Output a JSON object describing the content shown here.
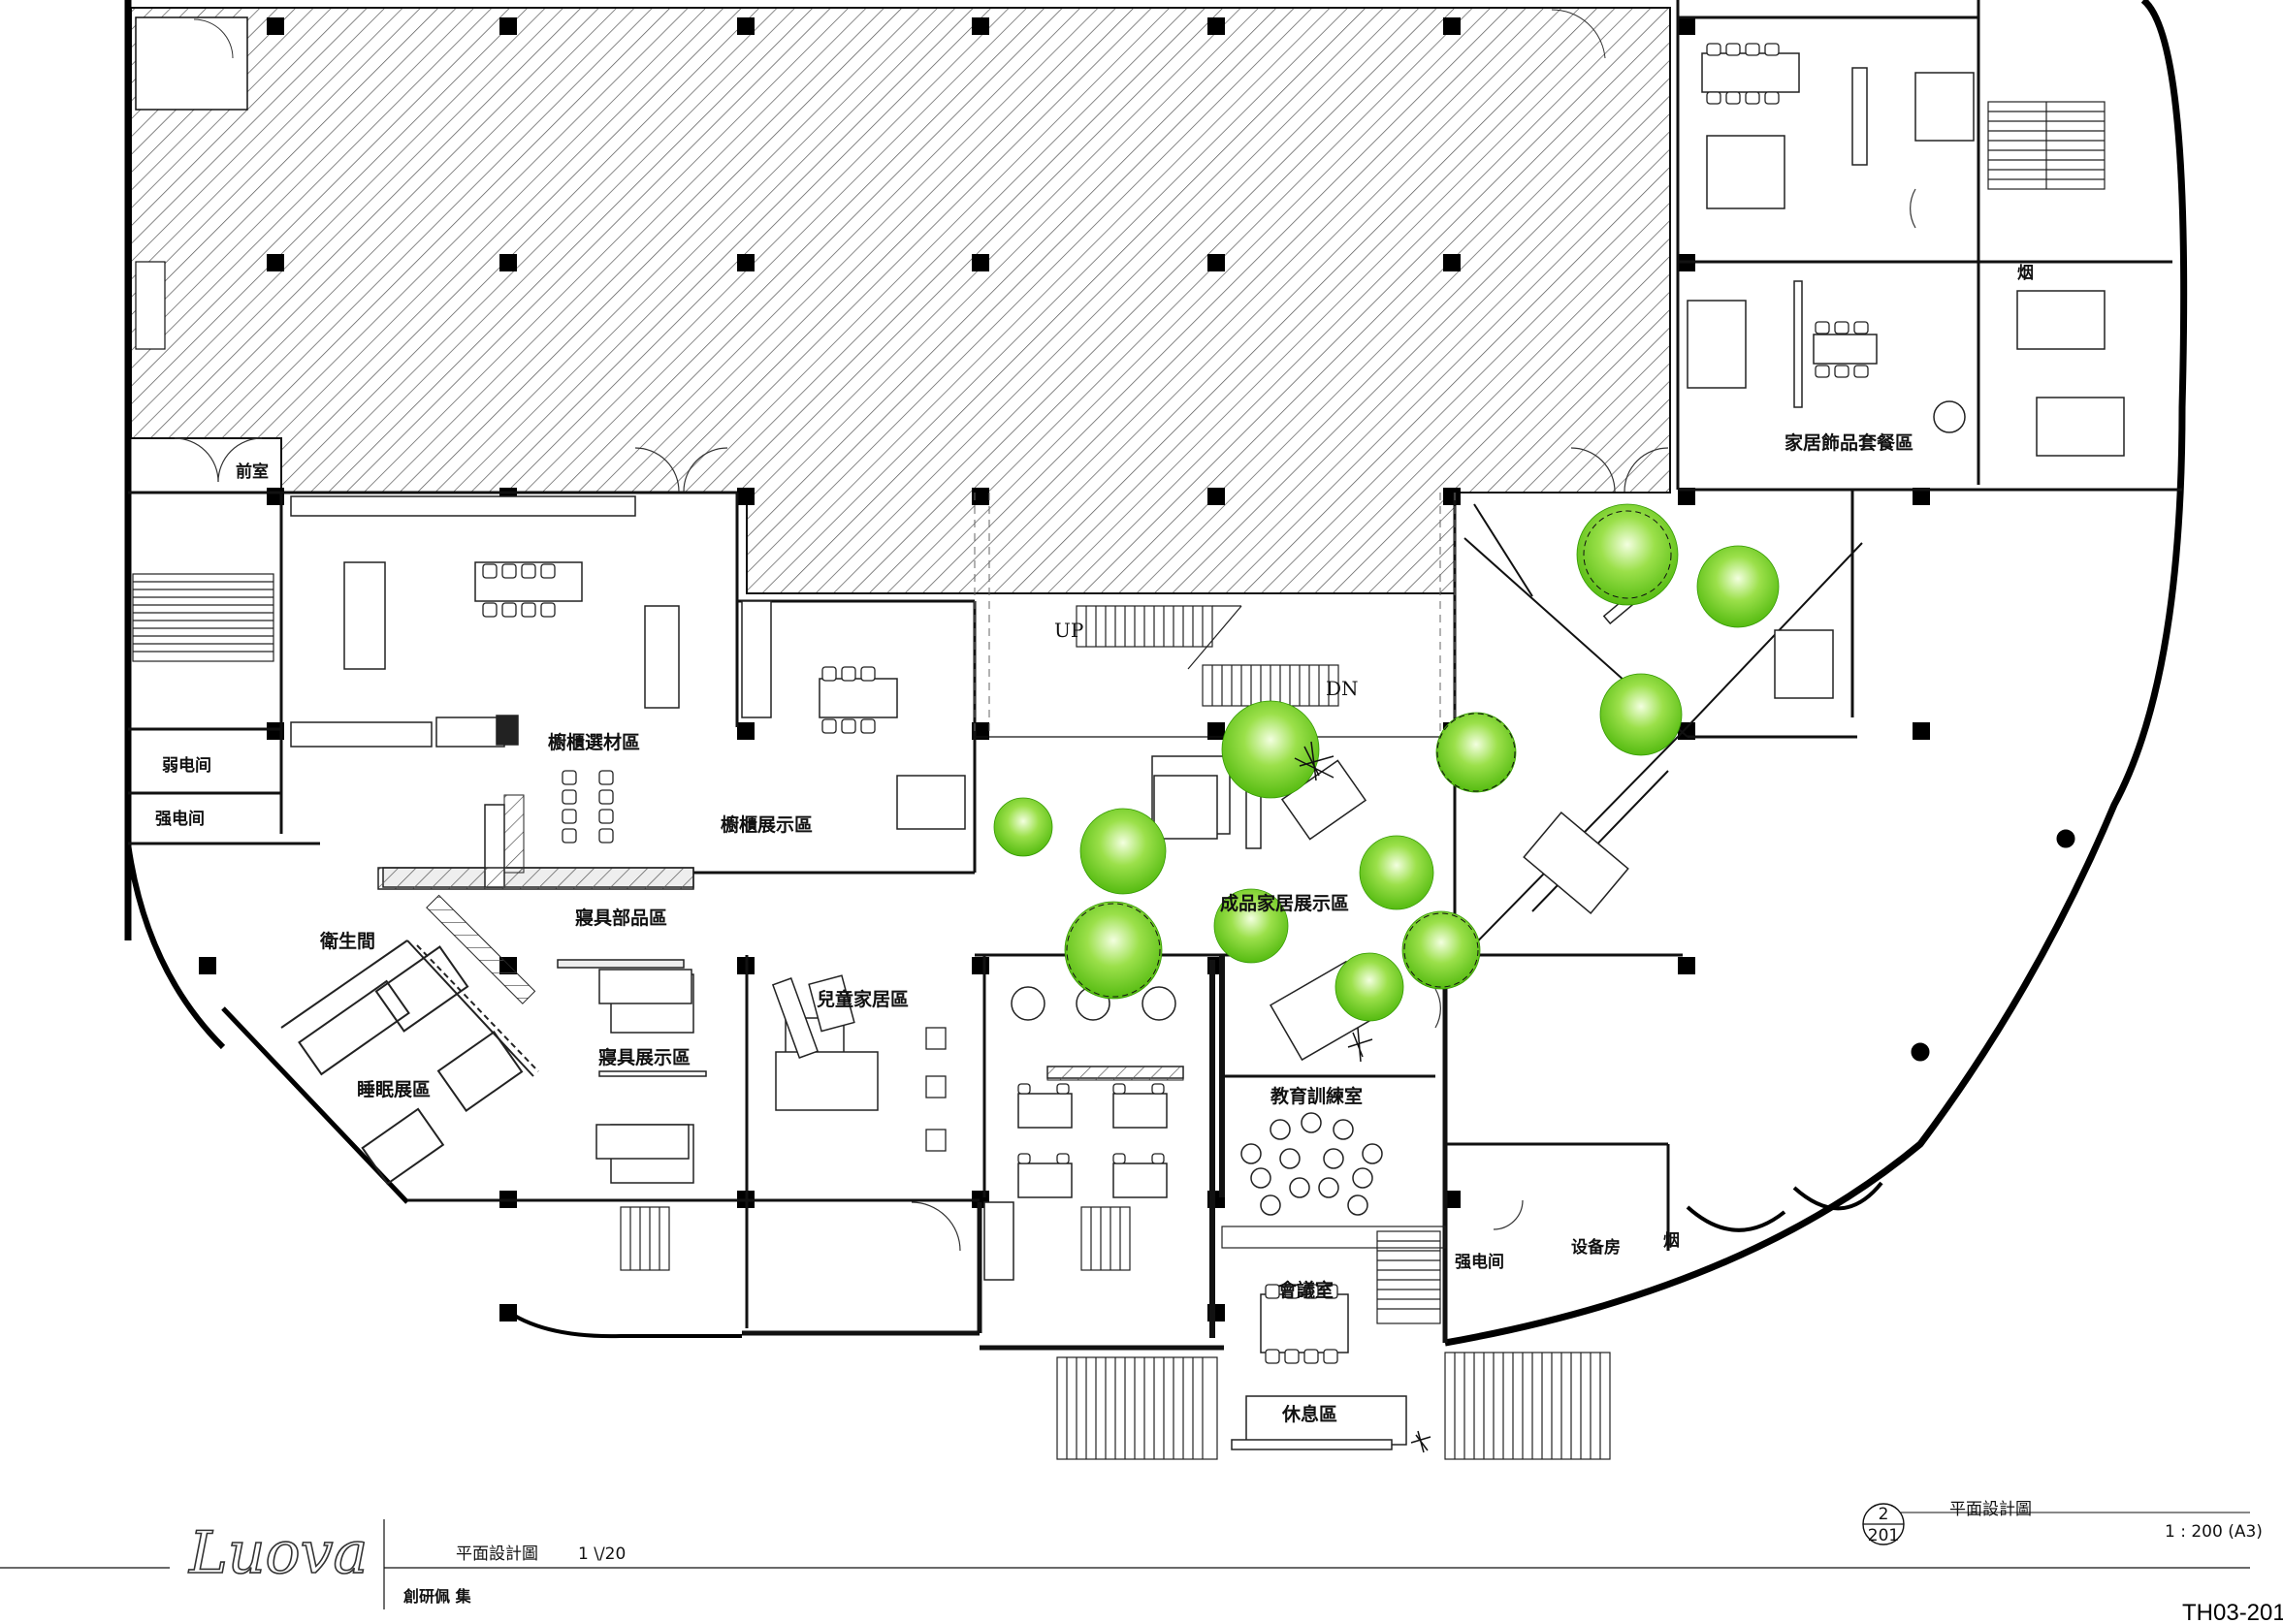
{
  "rooms": {
    "front_room": "前室",
    "cabinet_material": "櫥櫃選材區",
    "cabinet_display": "櫥櫃展示區",
    "weak_current": "弱电间",
    "strong_current": "强电间",
    "restroom": "衛生間",
    "bedding_parts": "寢具部品區",
    "sleep_exhibit": "睡眠展區",
    "bedding_display": "寢具展示區",
    "kids_home": "兒童家居區",
    "finished_home": "成品家居展示區",
    "training": "教育訓練室",
    "meeting": "會議室",
    "lounge": "休息區",
    "home_deco": "家居飾品套餐區",
    "smoke_top": "烟",
    "strong_current_2": "强电间",
    "equipment": "设备房",
    "smoke_bottom": "烟"
  },
  "stairs": {
    "up": "UP",
    "down": "DN"
  },
  "title_block": {
    "logo": "Luova",
    "drawing_name": "平面設計圖",
    "sheet_ref": "1 \\/20",
    "company": "創研佩 集",
    "detail_number": "2",
    "detail_sheet": "201",
    "detail_title": "平面設計圖",
    "scale": "1 : 200 (A3)",
    "drawing_code": "TH03-201"
  },
  "colors": {
    "tree_green": "#66cc22",
    "line": "#111111",
    "hatch": "#555555"
  }
}
